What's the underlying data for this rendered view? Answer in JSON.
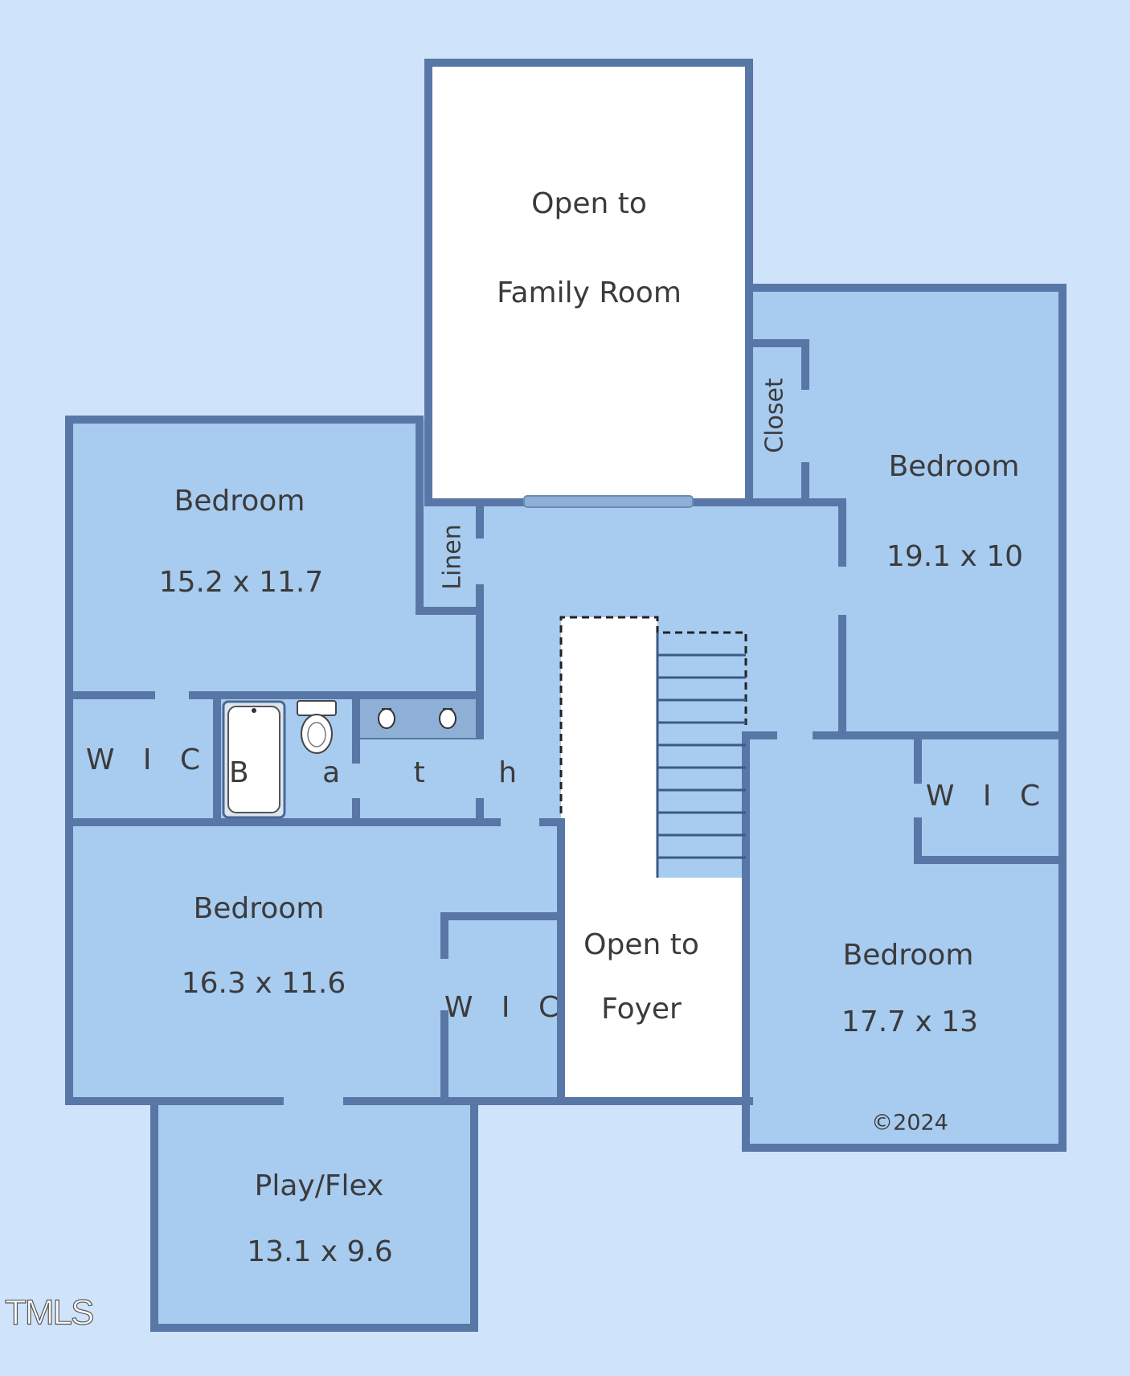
{
  "colors": {
    "background": "#cfe4fb",
    "room_fill": "#a8cbf0",
    "open_fill": "#ffffff",
    "wall": "#5877a6",
    "text": "#3b3b3b"
  },
  "rooms": {
    "open_family": {
      "line1": "Open to",
      "line2": "Family Room"
    },
    "bedroom_nw": {
      "name": "Bedroom",
      "size": "15.2 x 11.7"
    },
    "linen": {
      "name": "Linen"
    },
    "closet": {
      "name": "Closet"
    },
    "bedroom_ne": {
      "name": "Bedroom",
      "size": "19.1 x 10"
    },
    "wic_w": {
      "name": "W I C"
    },
    "bath": {
      "name": "B a t h"
    },
    "wic_e": {
      "name": "W I C"
    },
    "bedroom_sw": {
      "name": "Bedroom",
      "size": "16.3 x 11.6"
    },
    "wic_s": {
      "name": "W I C"
    },
    "open_foyer": {
      "line1": "Open to",
      "line2": "Foyer"
    },
    "bedroom_se": {
      "name": "Bedroom",
      "size": "17.7 x 13"
    },
    "play_flex": {
      "name": "Play/Flex",
      "size": "13.1 x 9.6"
    }
  },
  "copyright": "©2024",
  "watermark": "TMLS",
  "icons": [
    "bathtub-icon",
    "toilet-icon",
    "sink-icon",
    "stairs-icon"
  ]
}
